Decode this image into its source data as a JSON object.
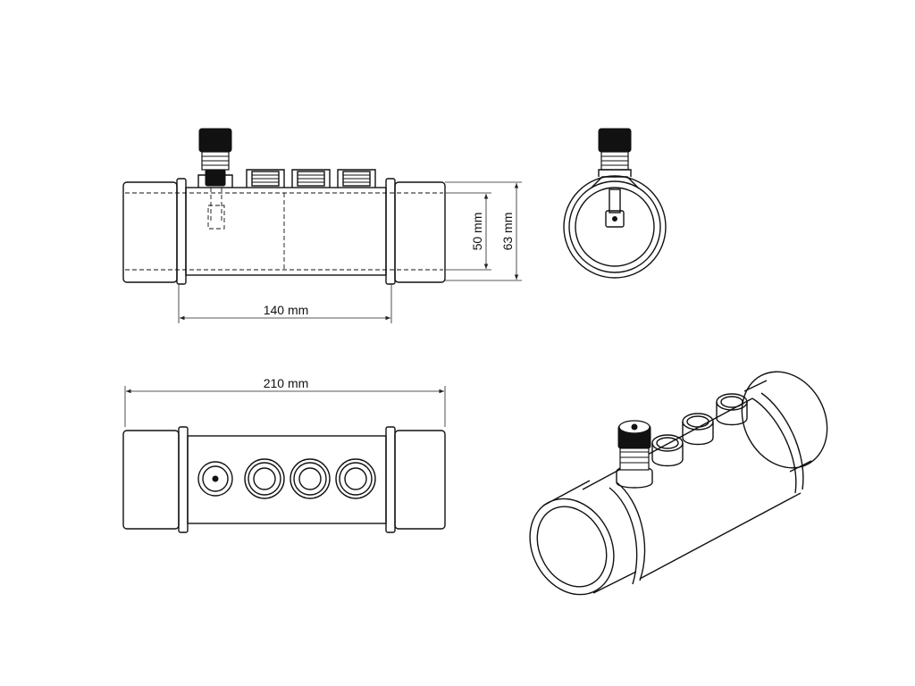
{
  "dimensions": {
    "length_total": "210 mm",
    "length_body": "140 mm",
    "inner_diameter": "50 mm",
    "outer_diameter": "63 mm"
  }
}
